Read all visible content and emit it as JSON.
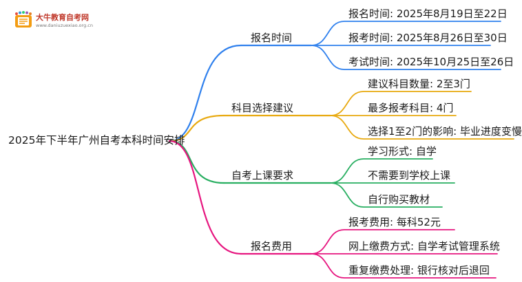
{
  "logo": {
    "title": "大牛教育自考网",
    "url": "www.daniuzuexiao.org.cn"
  },
  "root": {
    "label": "2025年下半年广州自考本科时间安排"
  },
  "branches": [
    {
      "label": "报名时间",
      "color": "#2f80ed",
      "leaves": [
        "报名时间: 2025年8月19日至22日",
        "报考时间: 2025年8月26日至30日",
        "考试时间: 2025年10月25日至26日"
      ]
    },
    {
      "label": "科目选择建议",
      "color": "#e8a90f",
      "leaves": [
        "建议科目数量: 2至3门",
        "最多报考科目: 4门",
        "选择1至2门的影响: 毕业进度变慢"
      ]
    },
    {
      "label": "自考上课要求",
      "color": "#27ae60",
      "leaves": [
        "学习形式: 自学",
        "不需要到学校上课",
        "自行购买教材"
      ]
    },
    {
      "label": "报名费用",
      "color": "#e6157f",
      "leaves": [
        "报考费用: 每科52元",
        "网上缴费方式: 自学考试管理系统",
        "重复缴费处理: 银行核对后退回"
      ]
    }
  ]
}
